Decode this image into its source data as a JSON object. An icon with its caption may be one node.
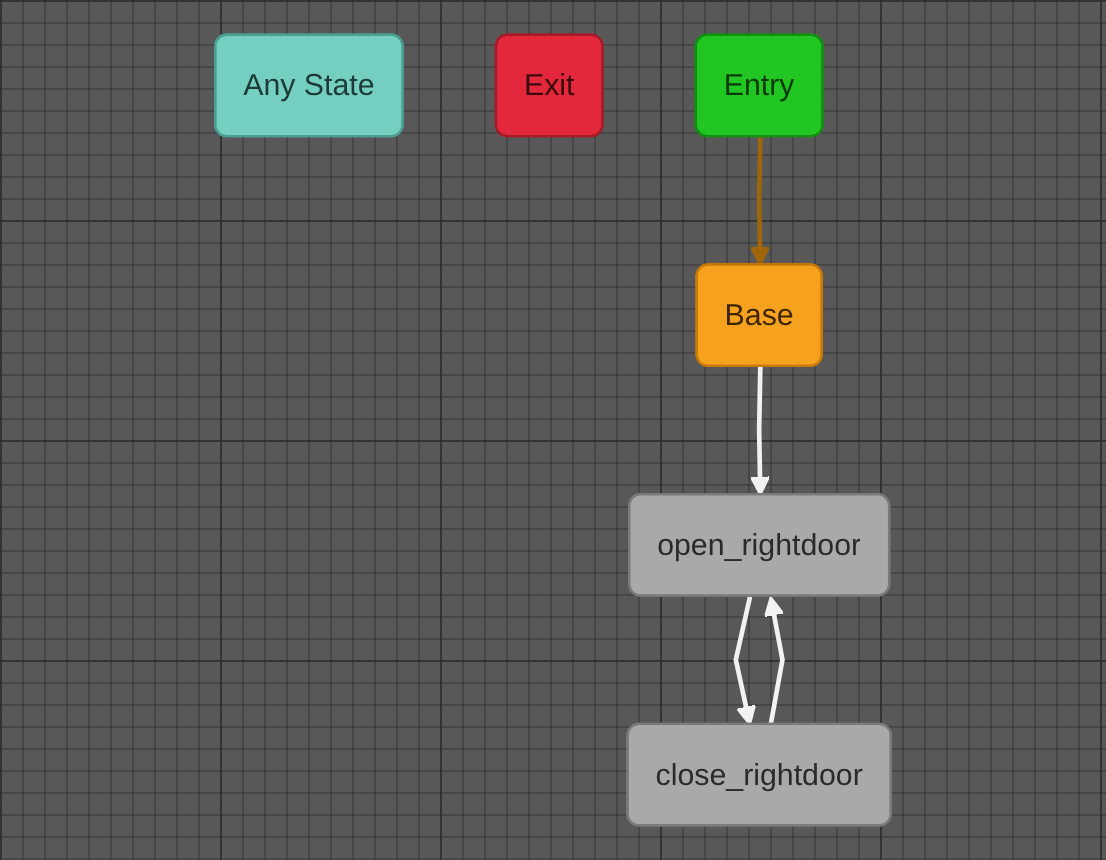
{
  "diagram": {
    "nodes": [
      {
        "text": [
          "Any State"
        ]
      },
      {
        "text": [
          "Exit"
        ]
      },
      {
        "text": [
          "Entry"
        ]
      },
      {
        "text": [
          "Base"
        ]
      },
      {
        "text": [
          "close_rightdoor"
        ]
      },
      {
        "text": [
          "open_rightdoor"
        ]
      }
    ],
    "edges": [
      {
        "from": 2,
        "to": 3,
        "arrow": "to",
        "color": "#a0650a"
      },
      {
        "from": 3,
        "to": 5,
        "arrow": "to"
      },
      {
        "from": 5,
        "to": 4,
        "arrow": "to"
      },
      {
        "from": 4,
        "to": 5,
        "arrow": "to"
      }
    ]
  }
}
